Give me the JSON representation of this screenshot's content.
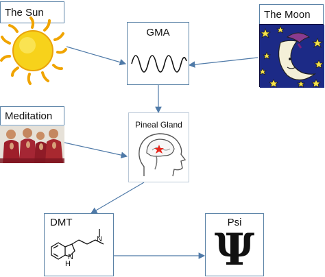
{
  "nodes": {
    "sun": {
      "label": "The Sun"
    },
    "moon": {
      "label": "The Moon"
    },
    "gma": {
      "label": "GMA"
    },
    "meditation": {
      "label": "Meditation"
    },
    "pineal": {
      "label": "Pineal Gland"
    },
    "dmt": {
      "label": "DMT"
    },
    "psi": {
      "label": "Psi",
      "symbol": "Ψ"
    }
  },
  "edges": [
    [
      "The Sun",
      "GMA"
    ],
    [
      "The Moon",
      "GMA"
    ],
    [
      "GMA",
      "Pineal Gland"
    ],
    [
      "Meditation",
      "Pineal Gland"
    ],
    [
      "Pineal Gland",
      "DMT"
    ],
    [
      "DMT",
      "Psi"
    ]
  ],
  "colors": {
    "arrow": "#4f7aa8",
    "box_border": "#5a82a6"
  }
}
